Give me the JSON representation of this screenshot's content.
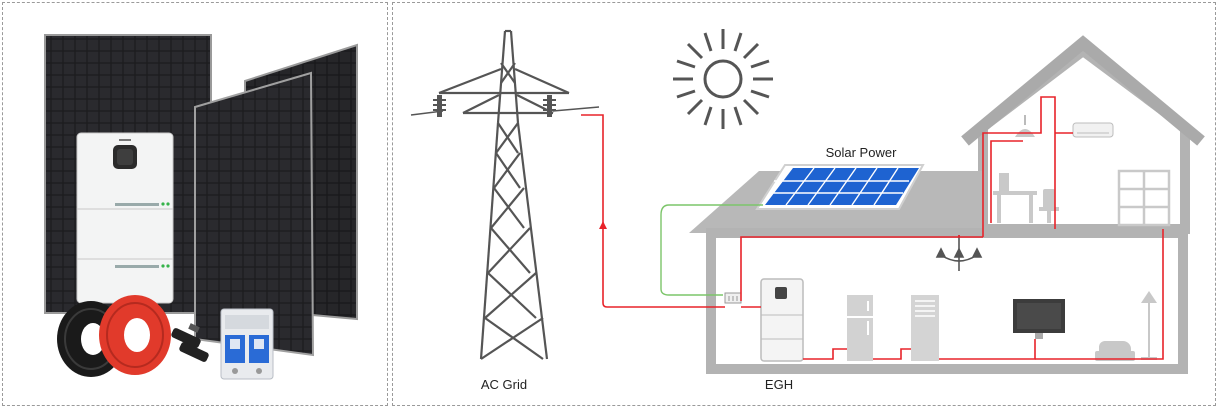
{
  "labels": {
    "solar_power": "Solar Power",
    "ac_grid": "AC Grid",
    "egh": "EGH"
  },
  "colors": {
    "ac_line": "#e8232a",
    "dc_line": "#7cc56a",
    "house": "#b3b3b3",
    "house_line": "#8e8e8e",
    "panel_cell": "#1e63d1",
    "sun": "#555555"
  }
}
